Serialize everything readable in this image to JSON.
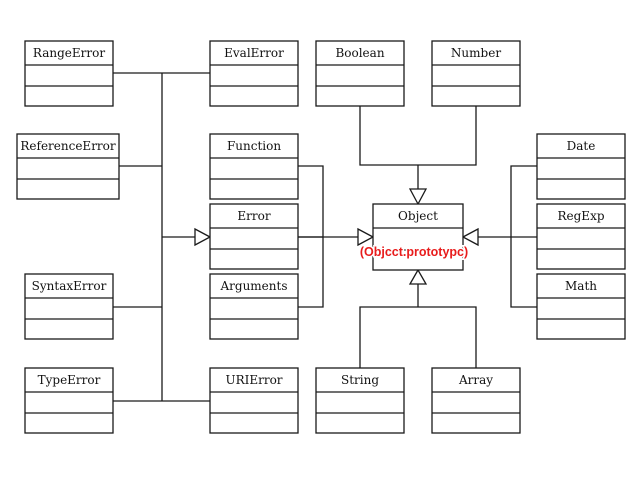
{
  "classes": {
    "range_error": "RangeError",
    "eval_error": "EvalError",
    "boolean": "Boolean",
    "number": "Number",
    "reference_error": "ReferenceError",
    "function": "Function",
    "date": "Date",
    "object": "Object",
    "error": "Error",
    "regexp": "RegExp",
    "syntax_error": "SyntaxError",
    "arguments": "Arguments",
    "math": "Math",
    "type_error": "TypeError",
    "uri_error": "URIError",
    "string": "String",
    "array": "Array"
  },
  "annotation": "(Objcct.prototypc)",
  "colors": {
    "line": "#1a1a1a",
    "annotation": "#e81c1c",
    "background": "#ffffff"
  }
}
